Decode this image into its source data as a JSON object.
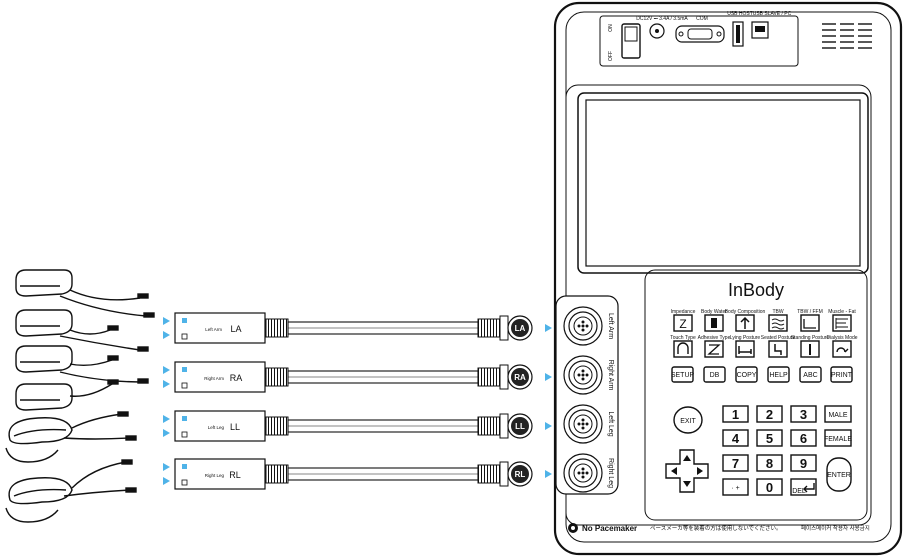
{
  "device": {
    "brand": "InBody",
    "port_labels": {
      "dc_in": "DC12V ⎓ 3.4A / 3.5mA",
      "com": "COM",
      "usb_host": "USB HOST",
      "usb_slave": "USB SLAVE / PC"
    },
    "power_labels": {
      "on": "ON",
      "off": "OFF"
    },
    "electrode_ports": [
      "Left Arm",
      "Right Arm",
      "Left Leg",
      "Right Leg"
    ],
    "function_keys_row1": [
      "Impedance",
      "Body Water",
      "Body Composition",
      "TBW",
      "TBW / FFM",
      "Muscle - Fat"
    ],
    "function_keys_row2": [
      "Touch Type",
      "Adhesive Type",
      "Lying Posture",
      "Seated Posture",
      "Standing Posture",
      "Dialysis Mode"
    ],
    "command_keys": [
      "SETUP",
      "DB",
      "COPY",
      "HELP",
      "ABC",
      "PRINT"
    ],
    "keypad": {
      "exit": "EXIT",
      "digits": [
        "1",
        "2",
        "3",
        "4",
        "5",
        "6",
        "7",
        "8",
        "9"
      ],
      "dot": "· +",
      "zero": "0",
      "del": "DEL",
      "male": "MALE",
      "female": "FEMALE",
      "enter": "ENTER"
    },
    "footer": {
      "warning": "No Pacemaker",
      "japanese": "ペースメーカ等を装着の方は使用しないでください。",
      "korean": "페이스메이커 착용자 사용금지"
    }
  },
  "cables": [
    {
      "name": "Left Arm",
      "code": "LA"
    },
    {
      "name": "Right Arm",
      "code": "RA"
    },
    {
      "name": "Left Leg",
      "code": "LL"
    },
    {
      "name": "Right Leg",
      "code": "RL"
    }
  ],
  "colors": {
    "accent": "#4fb3e8",
    "line": "#111111"
  }
}
